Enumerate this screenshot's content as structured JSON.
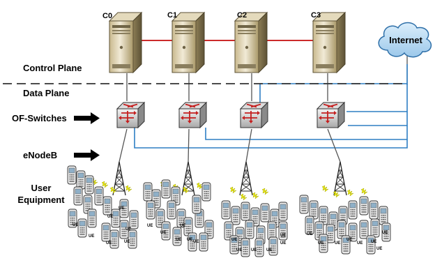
{
  "labels": {
    "control_plane": "Control Plane",
    "data_plane": "Data Plane",
    "of_switches": "OF-Switches",
    "enodeb": "eNodeB",
    "user_equipment_line1": "User",
    "user_equipment_line2": "Equipment",
    "internet": "Internet",
    "ue": "UE"
  },
  "controllers": [
    "C0",
    "C1",
    "C2",
    "C3"
  ],
  "colors": {
    "control_link": "#cc2b2b",
    "data_link": "#2e7fc4",
    "cloud_fill": "#b9d9f0",
    "lightning": "#e8e800",
    "divider": "#333333"
  },
  "icons": {
    "controller": "server-icon",
    "switch": "openflow-switch-icon",
    "tower": "enodeb-tower-icon",
    "phone": "mobile-phone-icon",
    "cloud": "internet-cloud-icon",
    "arrow": "black-arrow-icon"
  }
}
